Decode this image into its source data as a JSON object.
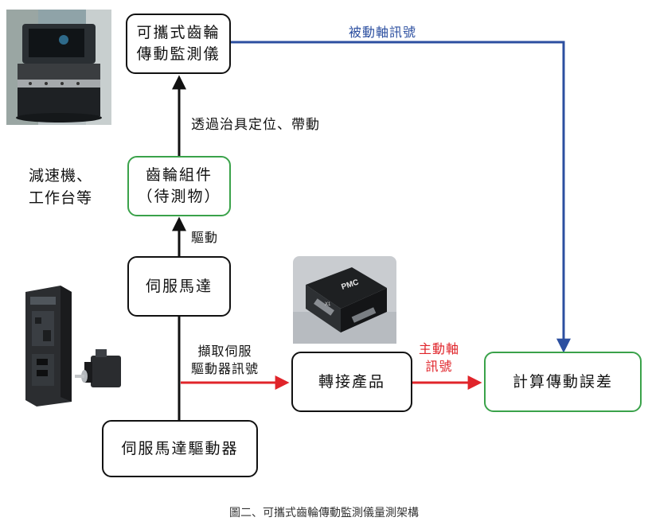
{
  "boxes": {
    "monitor": "可攜式齒輪\n傳動監測儀",
    "gear": "齒輪組件\n（待測物）",
    "motor": "伺服馬達",
    "driver": "伺服馬達驅動器",
    "adapter": "轉接產品",
    "calc": "計算傳動誤差"
  },
  "labels": {
    "fixture": "透過治具定位、帶動",
    "drive": "驅動",
    "reducer": "減速機、\n工作台等",
    "capture": "擷取伺服\n驅動器訊號",
    "master": "主動軸\n訊號",
    "slave": "被動軸訊號"
  },
  "product_marks": {
    "brand": "PMC",
    "port": "X1"
  },
  "caption": "圖二、可攜式齒輪傳動監測儀量測架構",
  "colors": {
    "black_arrow": "#111111",
    "red_arrow": "#e0242a",
    "blue_arrow": "#2c4fa0",
    "green_border": "#3aa24a"
  }
}
